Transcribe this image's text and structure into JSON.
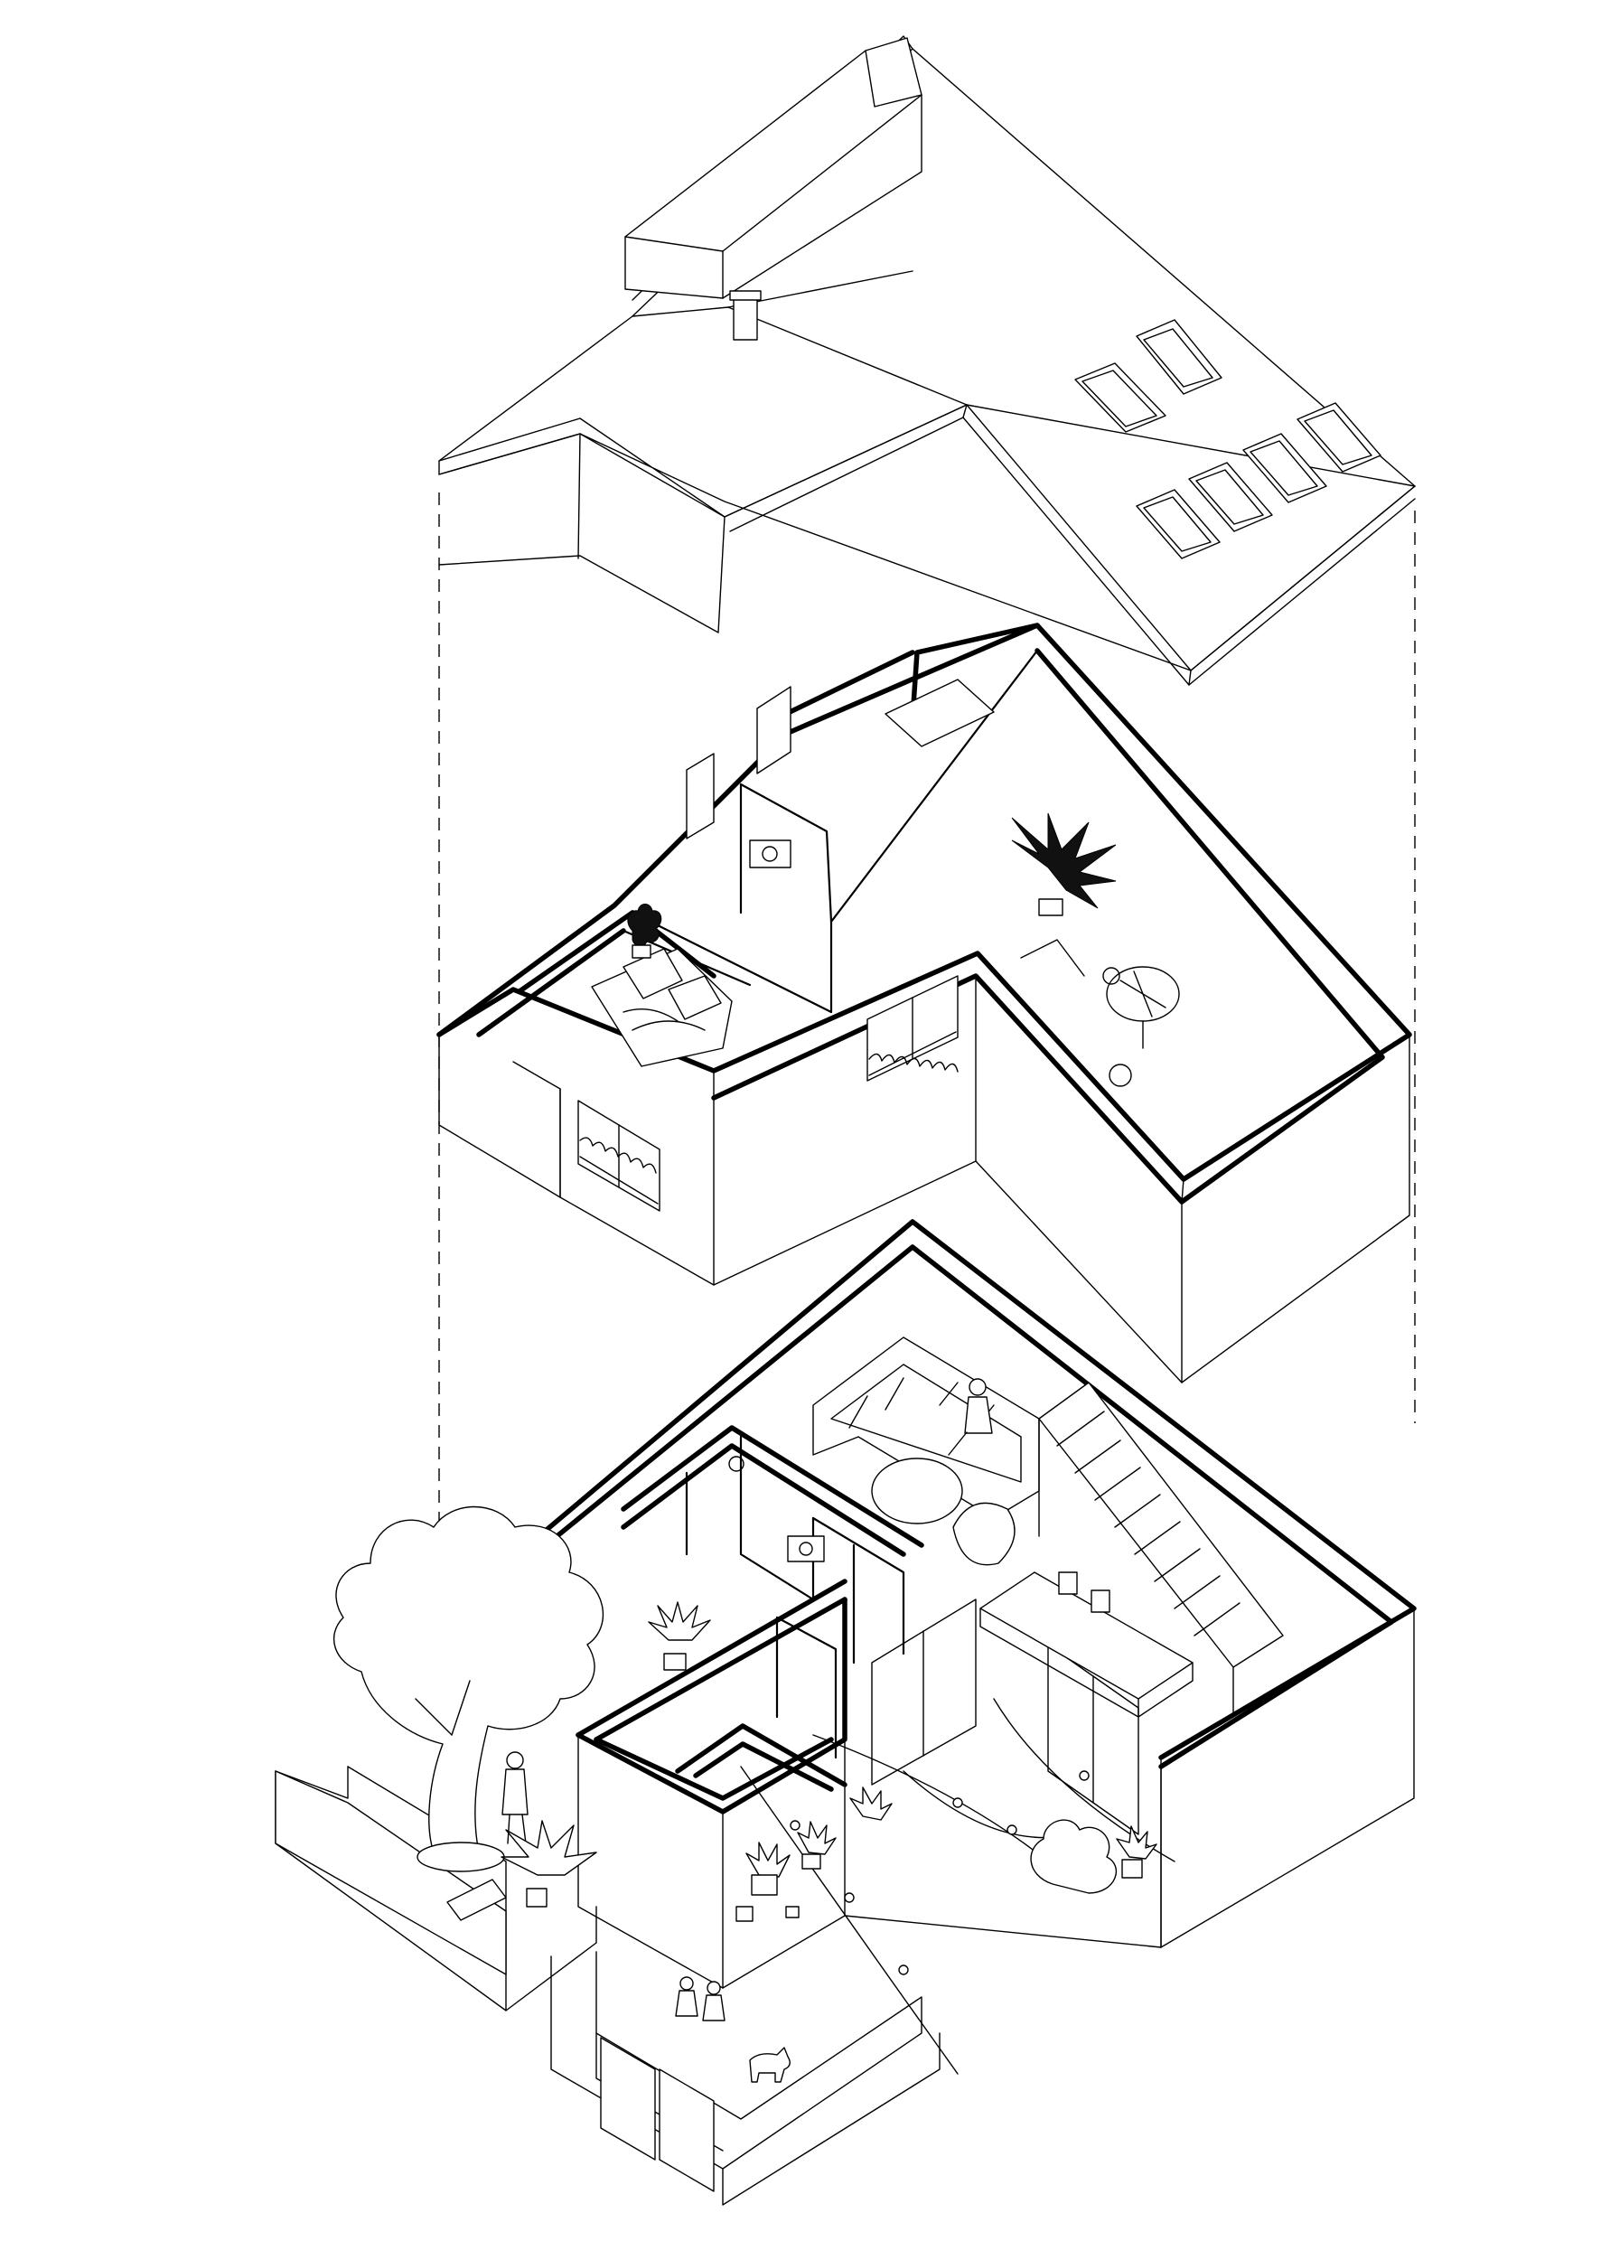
{
  "drawing": {
    "kind": "exploded axonometric",
    "levels": [
      "roof",
      "first-floor",
      "ground-floor"
    ],
    "icons": [
      "palm-plant-icon",
      "potted-plant-icon",
      "tree-icon",
      "person-icon",
      "dog-icon",
      "string-lights-icon",
      "parasol-icon",
      "bed-icon",
      "sofa-icon",
      "staircase-icon"
    ],
    "colors": {
      "line": "#000000",
      "background": "#ffffff",
      "plant_fill": "#111111"
    }
  }
}
